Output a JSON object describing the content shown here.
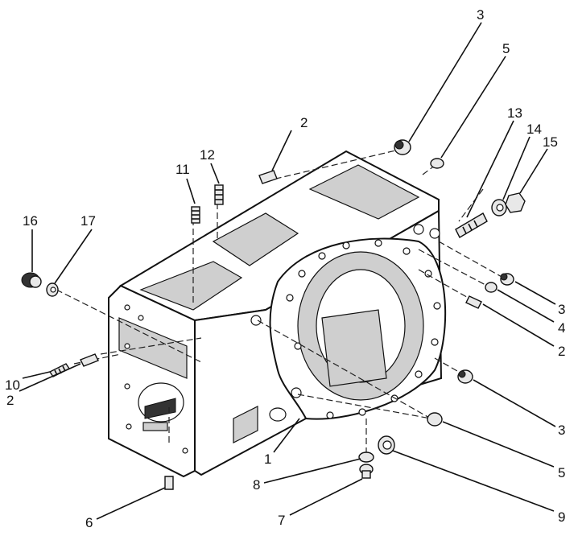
{
  "callouts": [
    {
      "id": "c1",
      "text": "1"
    },
    {
      "id": "c2a",
      "text": "2"
    },
    {
      "id": "c2b",
      "text": "2"
    },
    {
      "id": "c2c",
      "text": "2"
    },
    {
      "id": "c3a",
      "text": "3"
    },
    {
      "id": "c3b",
      "text": "3"
    },
    {
      "id": "c3c",
      "text": "3"
    },
    {
      "id": "c4",
      "text": "4"
    },
    {
      "id": "c5a",
      "text": "5"
    },
    {
      "id": "c5b",
      "text": "5"
    },
    {
      "id": "c6",
      "text": "6"
    },
    {
      "id": "c7",
      "text": "7"
    },
    {
      "id": "c8",
      "text": "8"
    },
    {
      "id": "c9",
      "text": "9"
    },
    {
      "id": "c10",
      "text": "10"
    },
    {
      "id": "c11",
      "text": "11"
    },
    {
      "id": "c12",
      "text": "12"
    },
    {
      "id": "c13",
      "text": "13"
    },
    {
      "id": "c14",
      "text": "14"
    },
    {
      "id": "c15",
      "text": "15"
    },
    {
      "id": "c16",
      "text": "16"
    },
    {
      "id": "c17",
      "text": "17"
    }
  ]
}
